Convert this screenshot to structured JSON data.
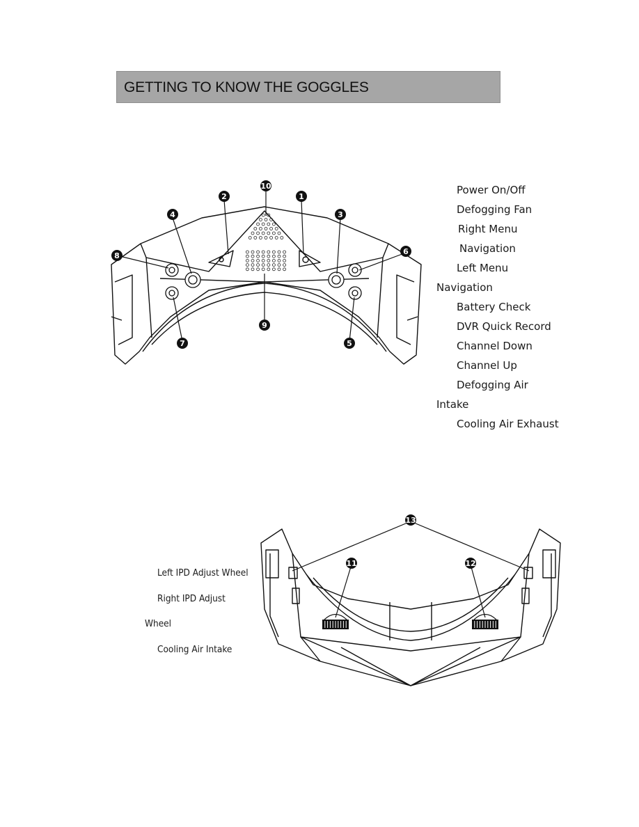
{
  "section_title": "GETTING TO KNOW THE GOGGLES",
  "front_figure": {
    "callouts": [
      "1",
      "2",
      "3",
      "4",
      "5",
      "6",
      "7",
      "8",
      "9",
      "10"
    ],
    "legend": [
      "Power On/Off",
      "Defogging Fan",
      "Right Menu",
      "Navigation",
      "Left Menu",
      "Navigation",
      "Battery Check",
      "DVR Quick Record",
      "Channel Down",
      "Channel Up",
      "Defogging Air",
      "Intake",
      "Cooling Air Exhaust"
    ]
  },
  "rear_figure": {
    "callouts": [
      "11",
      "12",
      "13"
    ],
    "legend": [
      "Left IPD Adjust Wheel",
      "Right IPD Adjust",
      "Wheel",
      "Cooling Air Intake"
    ]
  }
}
